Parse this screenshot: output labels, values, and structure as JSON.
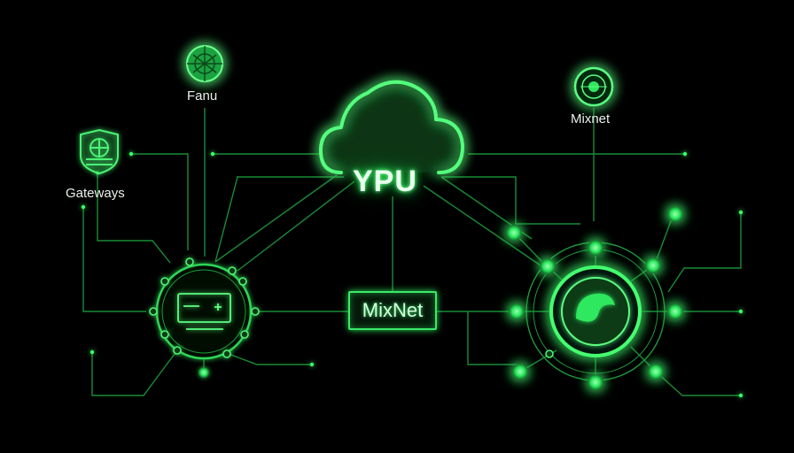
{
  "labels": {
    "fanu": "Fanu",
    "mixnet_top": "Mixnet",
    "gateways": "Gateways",
    "cloud": "YPU",
    "mixnet_center": "MixNet"
  },
  "colors": {
    "background": "#000000",
    "accent_green": "#2bff5e",
    "line_green": "#1f9e3f",
    "text": "#e8f2ea"
  },
  "icons": [
    "globe-icon",
    "gateway-shield-icon",
    "cloud-icon",
    "monitor-icon",
    "target-icon",
    "leaf-node-icon"
  ]
}
